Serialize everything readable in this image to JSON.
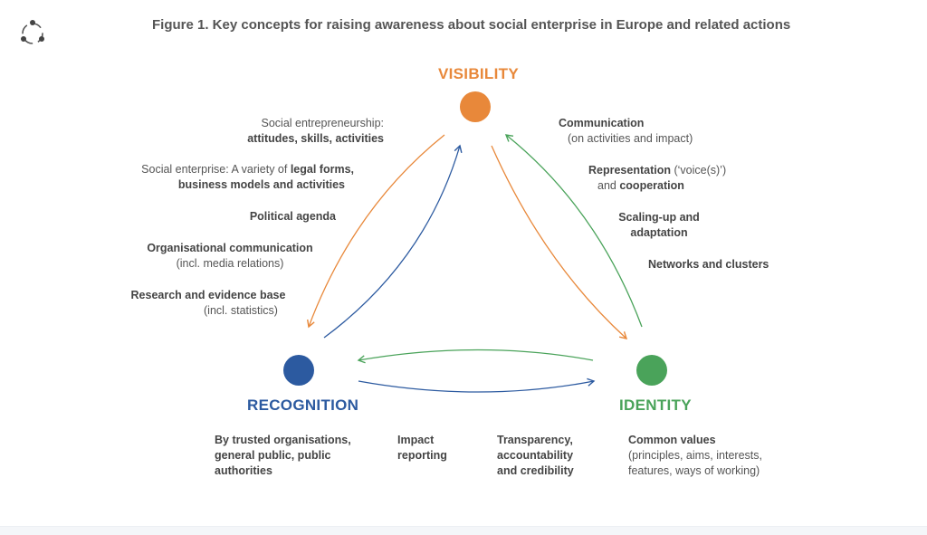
{
  "title": "Figure 1. Key concepts for raising awareness about social enterprise in Europe and related actions",
  "logo_icon": "circular-arrows-icon",
  "nodes": {
    "visibility": {
      "label": "VISIBILITY",
      "color": "#e8883a"
    },
    "recognition": {
      "label": "RECOGNITION",
      "color": "#2c5aa0"
    },
    "identity": {
      "label": "IDENTITY",
      "color": "#4aa35a"
    }
  },
  "colors": {
    "orange": "#e8883a",
    "blue": "#2c5aa0",
    "green": "#4aa35a",
    "text": "#444444"
  },
  "left_side": [
    {
      "line1_plain": "Social entrepreneurship:",
      "line2_bold": "attitudes, skills, activities"
    },
    {
      "line1_plain": "Social enterprise: A variety of ",
      "line1_bold": "legal forms,",
      "line2_bold": "business models and activities"
    },
    {
      "line1_bold": "Political agenda"
    },
    {
      "line1_bold": "Organisational communication",
      "line2_plain": "(incl. media relations)"
    },
    {
      "line1_bold": "Research and evidence base",
      "line2_plain": "(incl. statistics)"
    }
  ],
  "right_side": [
    {
      "line1_bold": "Communication",
      "line2_plain": "(on activities and impact)"
    },
    {
      "line1_bold": "Representation",
      "line1_plain": " (‘voice(s)’)",
      "line2_plain": "and ",
      "line2_bold": "cooperation"
    },
    {
      "line1_bold": "Scaling-up and",
      "line2_bold": "adaptation"
    },
    {
      "line1_bold": "Networks and clusters"
    }
  ],
  "bottom": [
    {
      "lines": [
        "By trusted organisations,",
        "general public, public",
        "authorities"
      ]
    },
    {
      "lines": [
        "Impact",
        "reporting"
      ]
    },
    {
      "lines": [
        "Transparency,",
        "accountability",
        "and credibility"
      ]
    },
    {
      "line1_bold": "Common values",
      "plain_lines": [
        "(principles, aims, interests,",
        "features, ways of working)"
      ]
    }
  ]
}
